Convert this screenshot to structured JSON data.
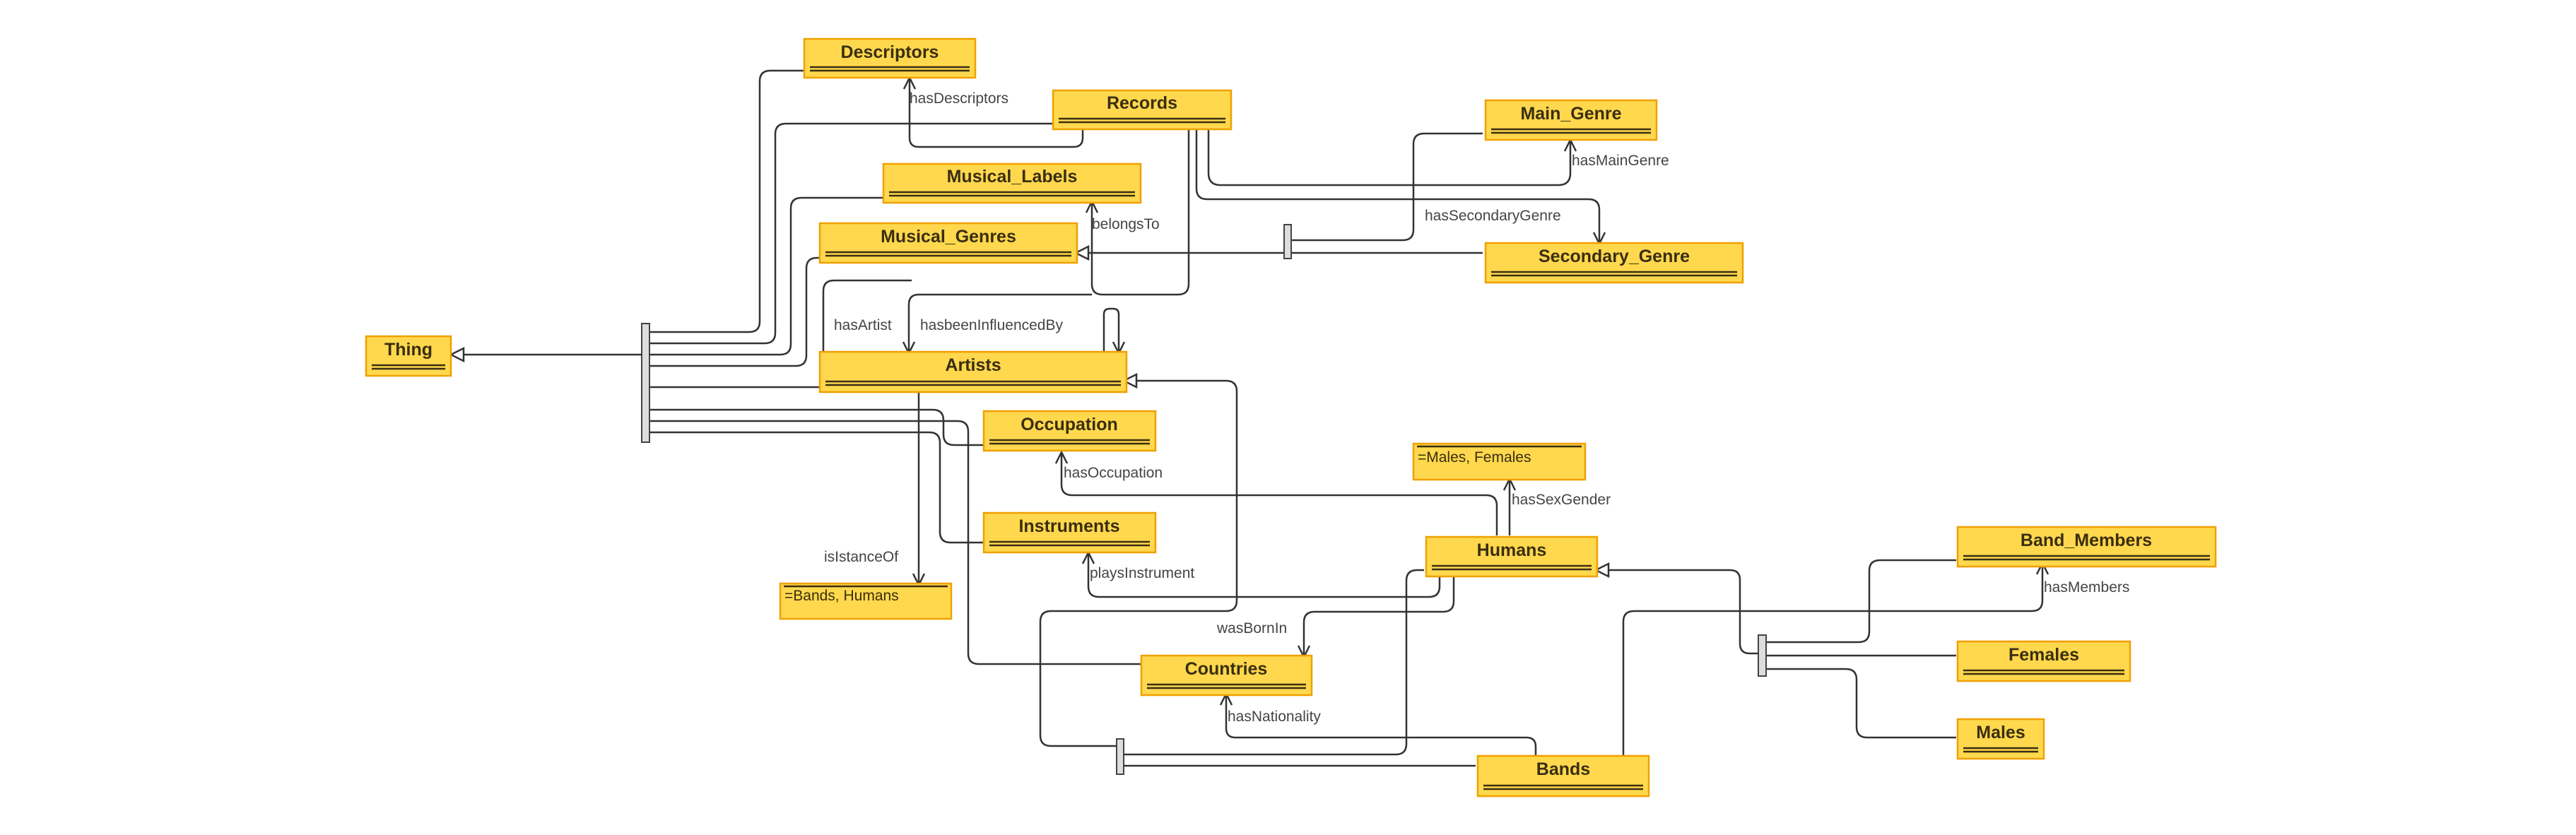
{
  "classes": {
    "descriptors": "Descriptors",
    "records": "Records",
    "main_genre": "Main_Genre",
    "musical_labels": "Musical_Labels",
    "musical_genres": "Musical_Genres",
    "secondary_genre": "Secondary_Genre",
    "thing": "Thing",
    "artists": "Artists",
    "occupation": "Occupation",
    "instruments": "Instruments",
    "humans": "Humans",
    "band_members": "Band_Members",
    "countries": "Countries",
    "females": "Females",
    "males": "Males",
    "bands": "Bands"
  },
  "notes": {
    "males_females": "=Males, Females",
    "bands_humans": "=Bands, Humans"
  },
  "relations": {
    "has_descriptors": "hasDescriptors",
    "has_main_genre": "hasMainGenre",
    "has_secondary_genre": "hasSecondaryGenre",
    "belongs_to": "belongsTo",
    "has_artist": "hasArtist",
    "has_been_influenced_by": "hasbeenInfluencedBy",
    "has_occupation": "hasOccupation",
    "has_sex_gender": "hasSexGender",
    "has_members": "hasMembers",
    "is_istance_of": "isIstanceOf",
    "plays_instrument": "playsInstrument",
    "was_born_in": "wasBornIn",
    "has_nationality": "hasNationality"
  },
  "colors": {
    "class_fill": "#ffd84d",
    "class_border": "#f0a000",
    "edge": "#333333"
  }
}
